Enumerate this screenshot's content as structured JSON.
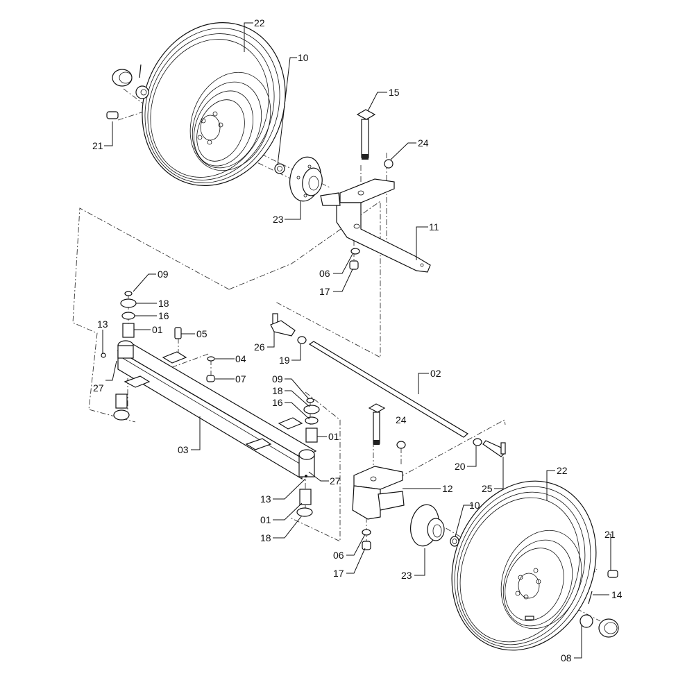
{
  "diagram": {
    "title": "Front axle assembly - exploded parts view",
    "callouts": [
      {
        "id": "c22a",
        "label": "22",
        "part": "wheel-tire-assembly"
      },
      {
        "id": "c21a",
        "label": "21",
        "part": "grease-fitting"
      },
      {
        "id": "c10a",
        "label": "10",
        "part": "washer"
      },
      {
        "id": "c23a",
        "label": "23",
        "part": "wheel-hub"
      },
      {
        "id": "c15a",
        "label": "15",
        "part": "spindle-bolt"
      },
      {
        "id": "c24a",
        "label": "24",
        "part": "lock-nut"
      },
      {
        "id": "c11",
        "label": "11",
        "part": "steering-knuckle-arm-left"
      },
      {
        "id": "c06a",
        "label": "06",
        "part": "washer"
      },
      {
        "id": "c17a",
        "label": "17",
        "part": "nut"
      },
      {
        "id": "c09a",
        "label": "09",
        "part": "snap-ring"
      },
      {
        "id": "c18a",
        "label": "18",
        "part": "seal"
      },
      {
        "id": "c16a",
        "label": "16",
        "part": "bearing"
      },
      {
        "id": "c13a",
        "label": "13",
        "part": "grease-fitting"
      },
      {
        "id": "c01a",
        "label": "01",
        "part": "bushing"
      },
      {
        "id": "c05",
        "label": "05",
        "part": "bolt"
      },
      {
        "id": "c27a",
        "label": "27",
        "part": "pin"
      },
      {
        "id": "c04",
        "label": "04",
        "part": "washer"
      },
      {
        "id": "c07",
        "label": "07",
        "part": "nut"
      },
      {
        "id": "c26",
        "label": "26",
        "part": "tie-rod-end-left"
      },
      {
        "id": "c19",
        "label": "19",
        "part": "jam-nut"
      },
      {
        "id": "c02",
        "label": "02",
        "part": "tie-rod"
      },
      {
        "id": "c09b",
        "label": "09",
        "part": "snap-ring"
      },
      {
        "id": "c18b",
        "label": "18",
        "part": "seal"
      },
      {
        "id": "c16b",
        "label": "16",
        "part": "bearing"
      },
      {
        "id": "c01b",
        "label": "01",
        "part": "bushing"
      },
      {
        "id": "c03",
        "label": "03",
        "part": "axle-beam"
      },
      {
        "id": "c24b",
        "label": "24",
        "part": "lock-nut"
      },
      {
        "id": "c20",
        "label": "20",
        "part": "jam-nut"
      },
      {
        "id": "c25",
        "label": "25",
        "part": "tie-rod-end-right"
      },
      {
        "id": "c27b",
        "label": "27",
        "part": "pin"
      },
      {
        "id": "c12",
        "label": "12",
        "part": "steering-knuckle-right"
      },
      {
        "id": "c13b",
        "label": "13",
        "part": "grease-fitting"
      },
      {
        "id": "c01c",
        "label": "01",
        "part": "bushing"
      },
      {
        "id": "c10b",
        "label": "10",
        "part": "washer"
      },
      {
        "id": "c22b",
        "label": "22",
        "part": "wheel-tire-assembly"
      },
      {
        "id": "c18c",
        "label": "18",
        "part": "seal"
      },
      {
        "id": "c06b",
        "label": "06",
        "part": "washer"
      },
      {
        "id": "c17b",
        "label": "17",
        "part": "nut"
      },
      {
        "id": "c23b",
        "label": "23",
        "part": "wheel-hub"
      },
      {
        "id": "c21b",
        "label": "21",
        "part": "grease-fitting"
      },
      {
        "id": "c14",
        "label": "14",
        "part": "cotter-pin"
      },
      {
        "id": "c08",
        "label": "08",
        "part": "castle-nut"
      }
    ]
  }
}
